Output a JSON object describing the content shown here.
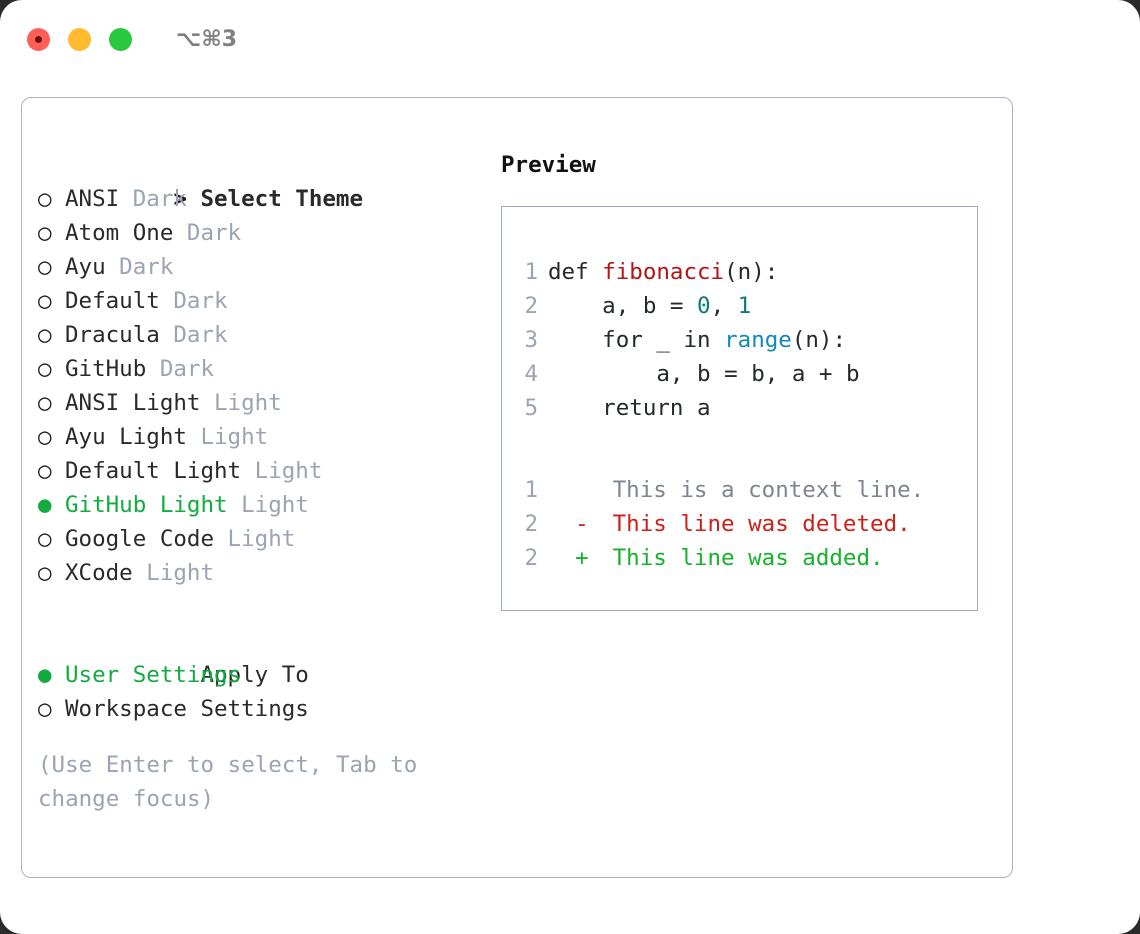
{
  "titlebar": {
    "traffic_lights": [
      "close",
      "minimize",
      "maximize"
    ],
    "shortcut": "⌥⌘3"
  },
  "theme_list": {
    "header": {
      "prefix": "> ",
      "label": "Select Theme"
    },
    "items": [
      {
        "marker": "○ ",
        "label": "ANSI",
        "suffix": " Dark",
        "selected": false
      },
      {
        "marker": "○ ",
        "label": "Atom One",
        "suffix": " Dark",
        "selected": false
      },
      {
        "marker": "○ ",
        "label": "Ayu",
        "suffix": " Dark",
        "selected": false
      },
      {
        "marker": "○ ",
        "label": "Default",
        "suffix": " Dark",
        "selected": false
      },
      {
        "marker": "○ ",
        "label": "Dracula",
        "suffix": " Dark",
        "selected": false
      },
      {
        "marker": "○ ",
        "label": "GitHub",
        "suffix": " Dark",
        "selected": false
      },
      {
        "marker": "○ ",
        "label": "ANSI Light",
        "suffix": " Light",
        "selected": false
      },
      {
        "marker": "○ ",
        "label": "Ayu Light",
        "suffix": " Light",
        "selected": false
      },
      {
        "marker": "○ ",
        "label": "Default Light",
        "suffix": " Light",
        "selected": false
      },
      {
        "marker": "● ",
        "label": "GitHub Light",
        "suffix": " Light",
        "selected": true
      },
      {
        "marker": "○ ",
        "label": "Google Code",
        "suffix": " Light",
        "selected": false
      },
      {
        "marker": "○ ",
        "label": "XCode",
        "suffix": " Light",
        "selected": false
      }
    ]
  },
  "apply_to": {
    "header": "Apply To",
    "items": [
      {
        "marker": "● ",
        "label": "User Settings",
        "selected": true
      },
      {
        "marker": "○ ",
        "label": "Workspace Settings",
        "selected": false
      }
    ]
  },
  "hint": "(Use Enter to select, Tab to change focus)",
  "preview": {
    "title": "Preview",
    "code_lines": [
      {
        "num": "1",
        "parts": [
          {
            "t": "def ",
            "c": "plain"
          },
          {
            "t": "fibonacci",
            "c": "fn"
          },
          {
            "t": "(n):",
            "c": "plain"
          }
        ]
      },
      {
        "num": "2",
        "parts": [
          {
            "t": "    a, b = ",
            "c": "plain"
          },
          {
            "t": "0",
            "c": "num"
          },
          {
            "t": ", ",
            "c": "plain"
          },
          {
            "t": "1",
            "c": "num"
          }
        ]
      },
      {
        "num": "3",
        "parts": [
          {
            "t": "    for _ in ",
            "c": "plain"
          },
          {
            "t": "range",
            "c": "call"
          },
          {
            "t": "(n):",
            "c": "plain"
          }
        ]
      },
      {
        "num": "4",
        "parts": [
          {
            "t": "        a, b = b, a + b",
            "c": "plain"
          }
        ]
      },
      {
        "num": "5",
        "parts": [
          {
            "t": "    return a",
            "c": "plain"
          }
        ]
      }
    ],
    "diff_lines": [
      {
        "num": "1",
        "mark": " ",
        "text": "This is a context line.",
        "kind": "ctx"
      },
      {
        "num": "2",
        "mark": "-",
        "text": "This line was deleted.",
        "kind": "del"
      },
      {
        "num": "2",
        "mark": "+",
        "text": "This line was added.",
        "kind": "add"
      }
    ]
  },
  "colors": {
    "accent_green": "#13ab3f",
    "muted": "#9aa4b2",
    "border": "#a9b3c1",
    "diff_add": "#15b32a",
    "diff_del": "#cc2018",
    "syntax_fn": "#b31512",
    "syntax_num": "#0a7d77",
    "syntax_call": "#1289b8"
  }
}
